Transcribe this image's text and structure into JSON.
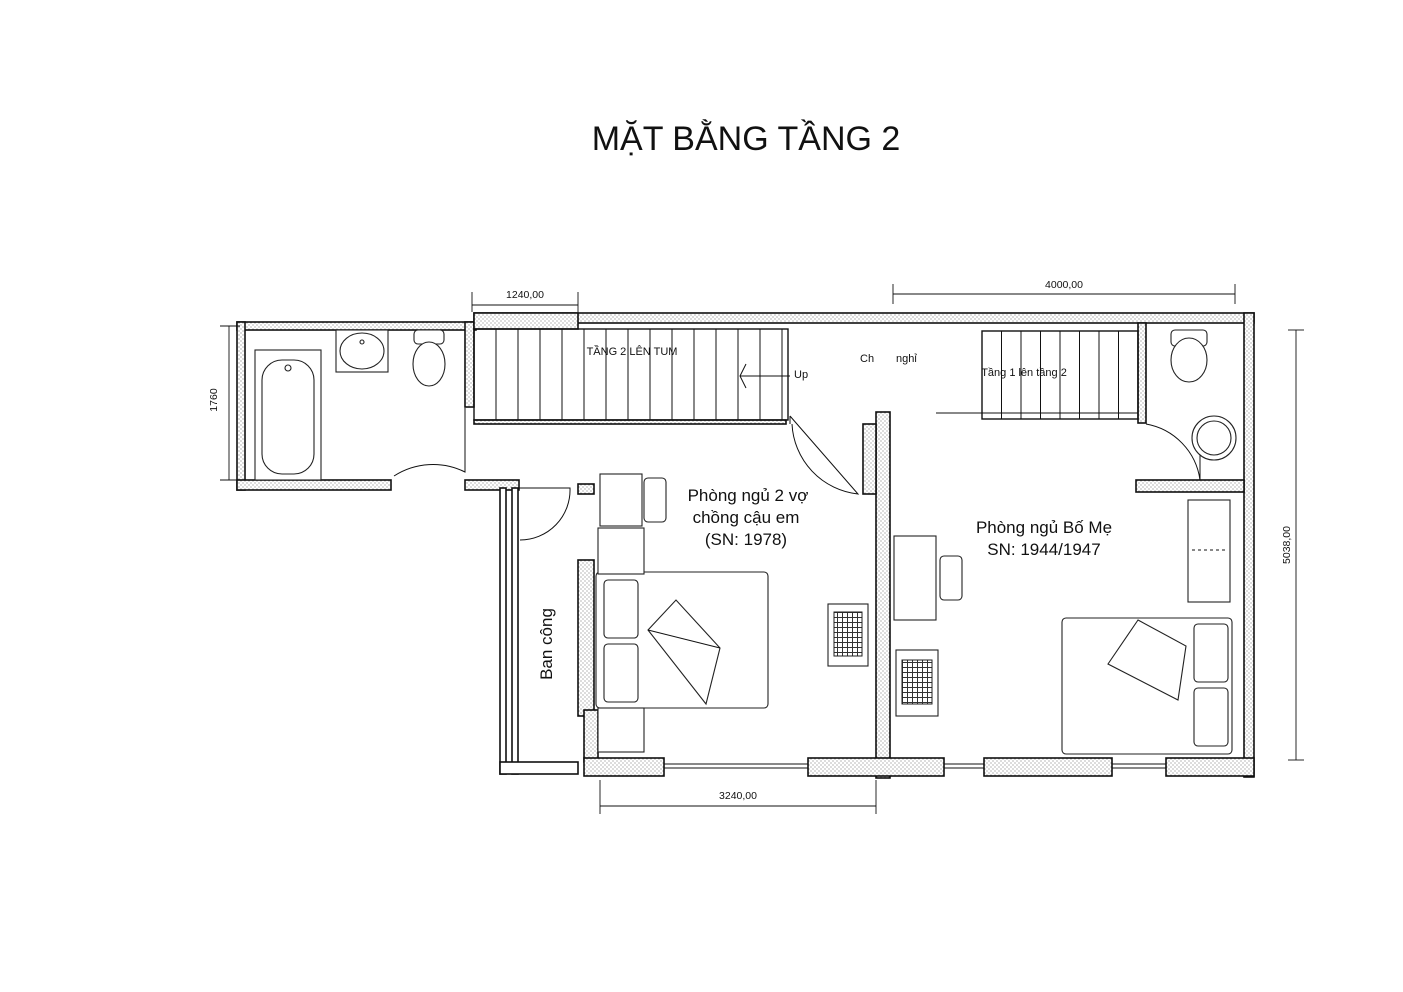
{
  "title": "MẶT BẰNG TẦNG 2",
  "rooms": {
    "bedroom_couple_line1": "Phòng ngủ 2 vợ",
    "bedroom_couple_line2": "chồng cậu em",
    "bedroom_couple_line3": "(SN: 1978)",
    "bedroom_parents_line1": "Phòng ngủ Bố Mẹ",
    "bedroom_parents_line2": "SN: 1944/1947",
    "balcony": "Ban công"
  },
  "labels": {
    "stair_to_roof": "TẦNG 2 LÊN TUM",
    "stair_up": "Up",
    "stair_from_floor1": "Tầng 1 lên tầng 2",
    "altar_part1": "Ch",
    "altar_part2": "nghỉ"
  },
  "dimensions": {
    "top_left": "1240,00",
    "top_right": "4000,00",
    "left_height": "1760",
    "right_height": "5038,00",
    "bottom": "3240,00"
  }
}
